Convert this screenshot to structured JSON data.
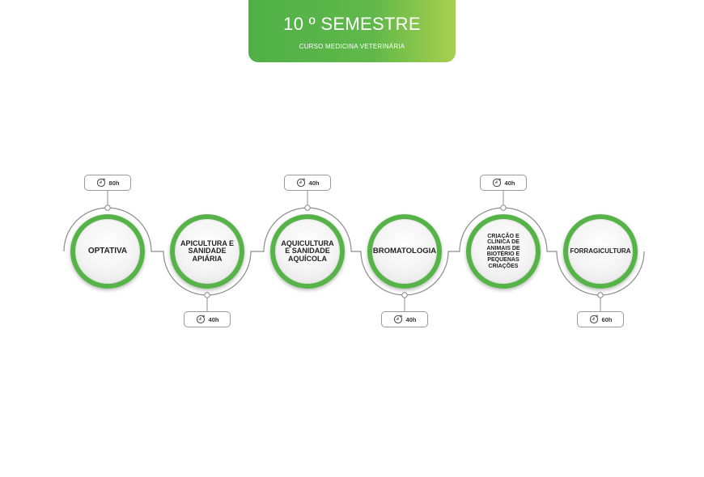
{
  "header": {
    "title": "10 º SEMESTRE",
    "subtitle": "CURSO MEDICINA VETERINÁRIA"
  },
  "colors": {
    "accent_green": "#56b347",
    "gradient_end": "#a9cf4e",
    "line_gray": "#8c8c8c"
  },
  "nodes": [
    {
      "label": "OPTATIVA",
      "hours": "80h",
      "badge_side": "top"
    },
    {
      "label": "APICULTURA E SANIDADE APIÁRIA",
      "hours": "40h",
      "badge_side": "bottom"
    },
    {
      "label": "AQUICULTURA E SANIDADE AQUÍCOLA",
      "hours": "40h",
      "badge_side": "top"
    },
    {
      "label": "BROMATOLOGIA",
      "hours": "40h",
      "badge_side": "bottom"
    },
    {
      "label": "CRIAÇÃO E CLÍNICA DE ANIMAIS DE BIOTÉRIO E PEQUENAS CRIAÇÕES",
      "hours": "40h",
      "badge_side": "top"
    },
    {
      "label": "FORRAGICULTURA",
      "hours": "60h",
      "badge_side": "bottom"
    }
  ]
}
